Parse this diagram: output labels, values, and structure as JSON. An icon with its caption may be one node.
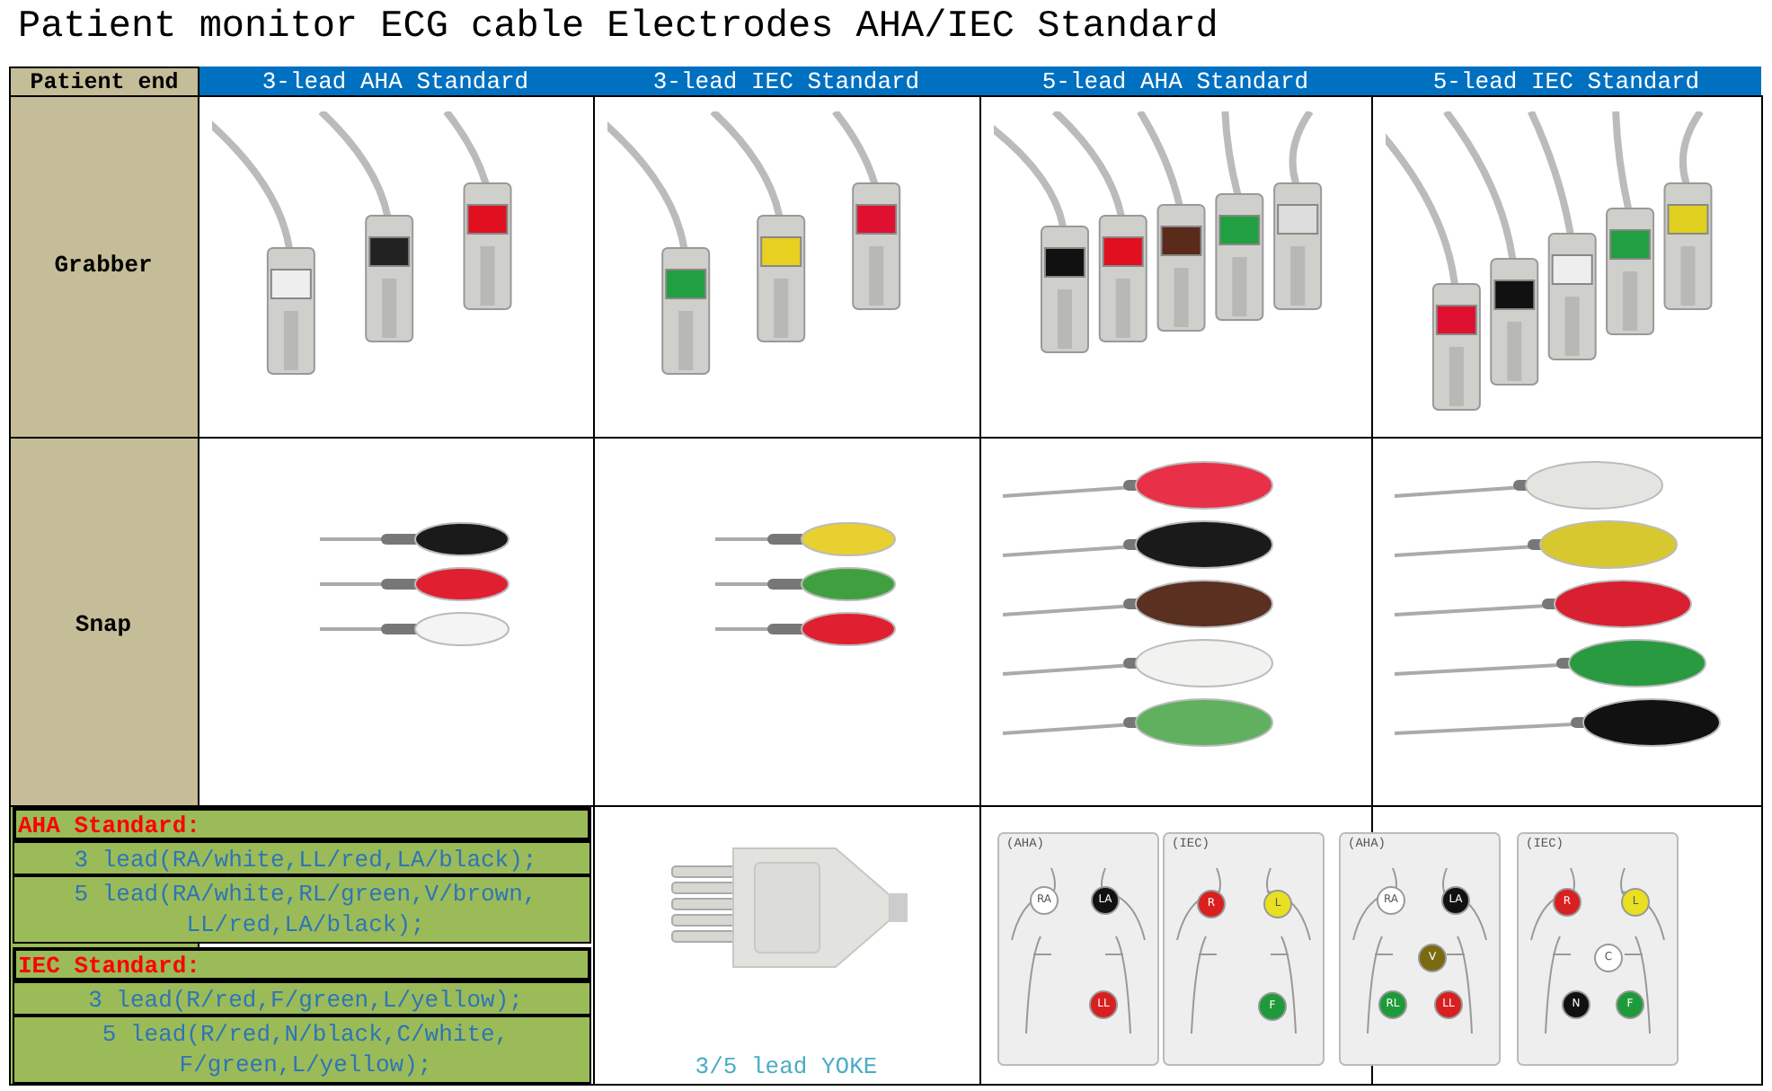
{
  "diagram": {
    "title": "Patient monitor ECG cable Electrodes AHA/IEC Standard",
    "labels": [
      "Patient end",
      "3-lead AHA Standard",
      "3-lead IEC Standard",
      "5-lead AHA Standard",
      "5-lead IEC Standard",
      "Grabber",
      "Snap",
      "AHA Standard:",
      "3 lead(RA/white,LL/red,LA/black);",
      "5 lead(RA/white,RL/green,V/brown, LL/red,LA/black);",
      "IEC Standard:",
      "3 lead(R/red,F/green,L/yellow);",
      "5 lead(R/red,N/black,C/white, F/green,L/yellow);",
      "3/5 lead YOKE",
      "(AHA)",
      "RA",
      "LA",
      "LL",
      "(IEC)",
      "R",
      "L",
      "F",
      "(AHA)",
      "RA",
      "LA",
      "V",
      "RL",
      "LL",
      "(IEC)",
      "R",
      "L",
      "C",
      "N",
      "F"
    ]
  }
}
